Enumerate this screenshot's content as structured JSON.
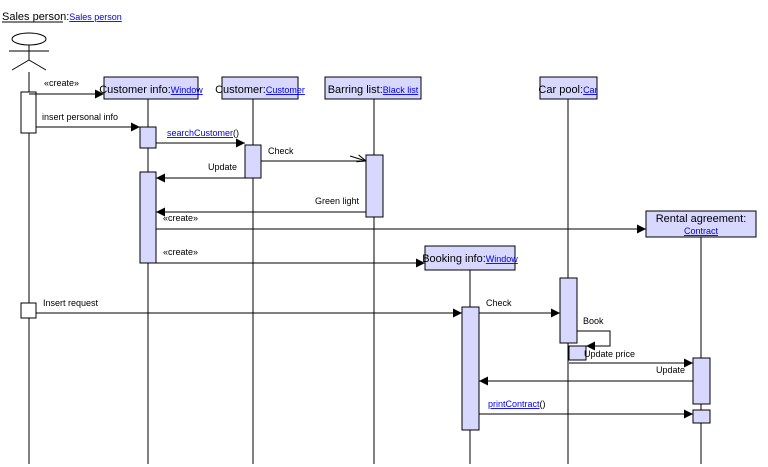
{
  "actor": {
    "name": "Sales person",
    "type": "Sales person"
  },
  "objects": {
    "customer_info": {
      "name": "Customer info",
      "type": "Window"
    },
    "customer": {
      "name": "Customer",
      "type": "Customer"
    },
    "barring_list": {
      "name": "Barring list",
      "type": "Black list"
    },
    "car_pool": {
      "name": "Car pool",
      "type": "Car"
    },
    "rental_agreement": {
      "name": "Rental agreement",
      "type": "Contract"
    },
    "booking_info": {
      "name": "Booking info",
      "type": "Window"
    }
  },
  "messages": {
    "create_customer_info": "«create»",
    "insert_personal_info": "insert personal info",
    "search_customer": "searchCustomer",
    "search_customer_args": "()",
    "check_barring": "Check",
    "update_customer_info": "Update",
    "green_light": "Green light",
    "create_rental_back": "«create»",
    "create_booking_info": "«create»",
    "insert_request": "Insert request",
    "check_car_pool": "Check",
    "book": "Book",
    "update_price": "Update price",
    "update_booking": "Update",
    "print_contract": "printContract",
    "print_contract_args": "()"
  },
  "separator": ":"
}
